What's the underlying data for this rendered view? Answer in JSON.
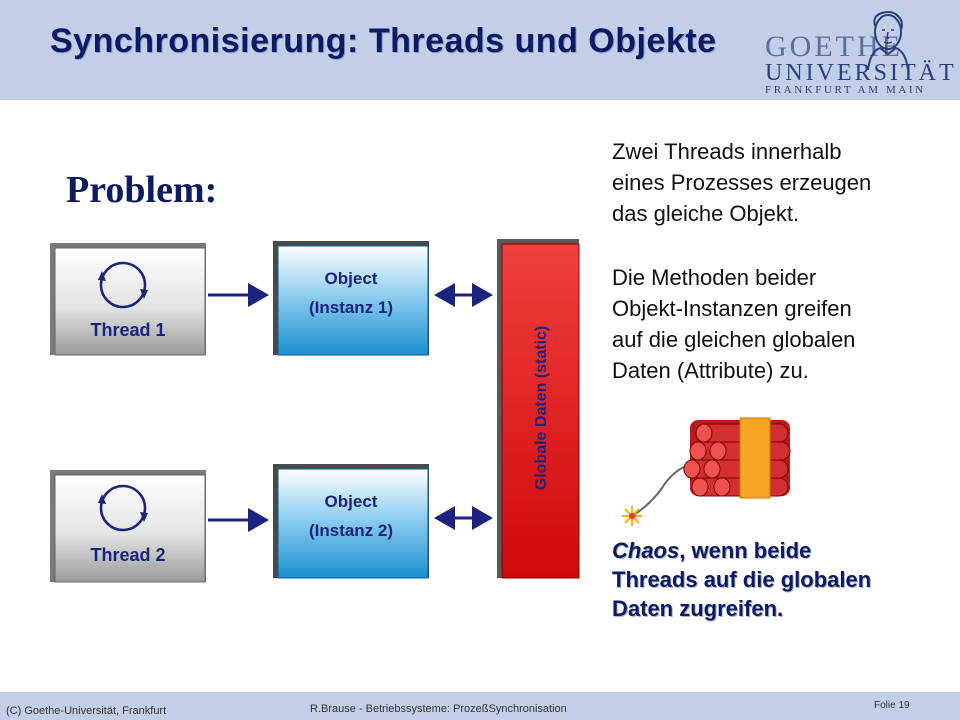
{
  "header": {
    "title": "Synchronisierung: Threads und Objekte",
    "logo_line1": "GOETHE",
    "logo_line2": "UNIVERSITÄT",
    "logo_line3": "FRANKFURT AM MAIN"
  },
  "problem_label": "Problem:",
  "diagram": {
    "thread1": "Thread 1",
    "thread2": "Thread 2",
    "object1_line1": "Object",
    "object1_line2": "(Instanz 1)",
    "object2_line1": "Object",
    "object2_line2": "(Instanz 2)",
    "global_data": "Globale Daten (static)"
  },
  "description": {
    "para1": [
      "Zwei Threads innerhalb",
      "eines Prozesses erzeugen",
      "das gleiche Objekt."
    ],
    "para2": [
      "Die Methoden beider",
      "Objekt-Instanzen greifen",
      "auf die gleichen globalen",
      "Daten (Attribute) zu."
    ]
  },
  "chaos": {
    "word": "Chaos",
    "rest_line1": ", wenn beide",
    "line2": "Threads auf die globalen",
    "line3": "Daten zugreifen."
  },
  "footer": {
    "left": "(C) Goethe-Universität, Frankfurt",
    "center": "R.Brause - Betriebssysteme: ProzeßSynchronisation",
    "right": "Folie 19"
  },
  "colors": {
    "header_bg": "#c3cfe8",
    "title": "#0b1a63",
    "object_box": "#1a8fd0",
    "global_box": "#e01010",
    "arrow": "#1a237e"
  }
}
